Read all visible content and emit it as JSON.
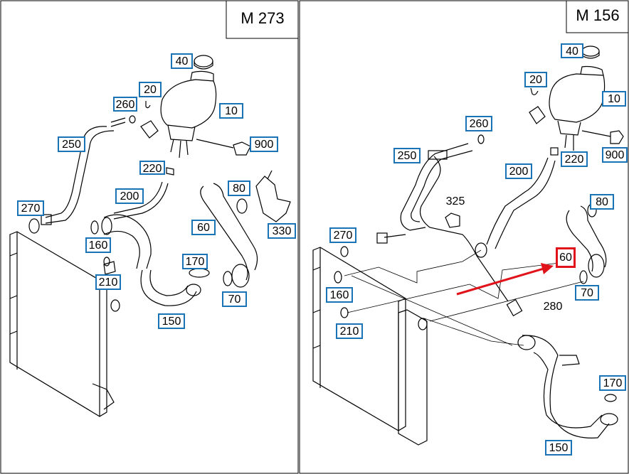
{
  "left_panel": {
    "title": "M 273",
    "callouts": {
      "c40": "40",
      "c20": "20",
      "c260": "260",
      "c10": "10",
      "c250": "250",
      "c900": "900",
      "c220": "220",
      "c200": "200",
      "c80": "80",
      "c270": "270",
      "c60": "60",
      "c330": "330",
      "c160": "160",
      "c170": "170",
      "c210": "210",
      "c70": "70",
      "c150": "150"
    }
  },
  "right_panel": {
    "title": "M 156",
    "callouts": {
      "c40": "40",
      "c20": "20",
      "c10": "10",
      "c260": "260",
      "c900": "900",
      "c250": "250",
      "c220": "220",
      "c200": "200",
      "c325": "325",
      "c80": "80",
      "c270": "270",
      "c60": "60",
      "c160": "160",
      "c70": "70",
      "c280": "280",
      "c210": "210",
      "c170": "170",
      "c150": "150"
    },
    "highlighted_part": "60"
  },
  "colors": {
    "callout_border": "#1a73b5",
    "highlight": "#e0121a",
    "arrow": "#e0121a"
  }
}
